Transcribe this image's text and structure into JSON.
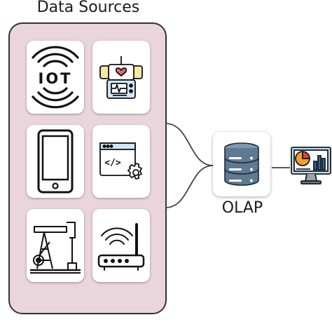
{
  "diagram": {
    "title": "Data Sources",
    "sources": [
      {
        "icon": "iot-signal-icon"
      },
      {
        "icon": "medical-device-icon"
      },
      {
        "icon": "smartphone-icon"
      },
      {
        "icon": "code-settings-icon"
      },
      {
        "icon": "oil-pumpjack-icon"
      },
      {
        "icon": "wifi-router-icon"
      }
    ],
    "iot_text": "IOT",
    "code_text": "</>",
    "target": {
      "label": "OLAP",
      "icon": "database-icon"
    },
    "output": {
      "icon": "analytics-monitor-icon"
    },
    "colors": {
      "panel": "#ead5dd",
      "database": "#5e7a93",
      "chart_blue": "#2b6cb0",
      "chart_orange": "#f0a030",
      "chart_red": "#d9463b",
      "screen": "#b9dff5"
    }
  }
}
